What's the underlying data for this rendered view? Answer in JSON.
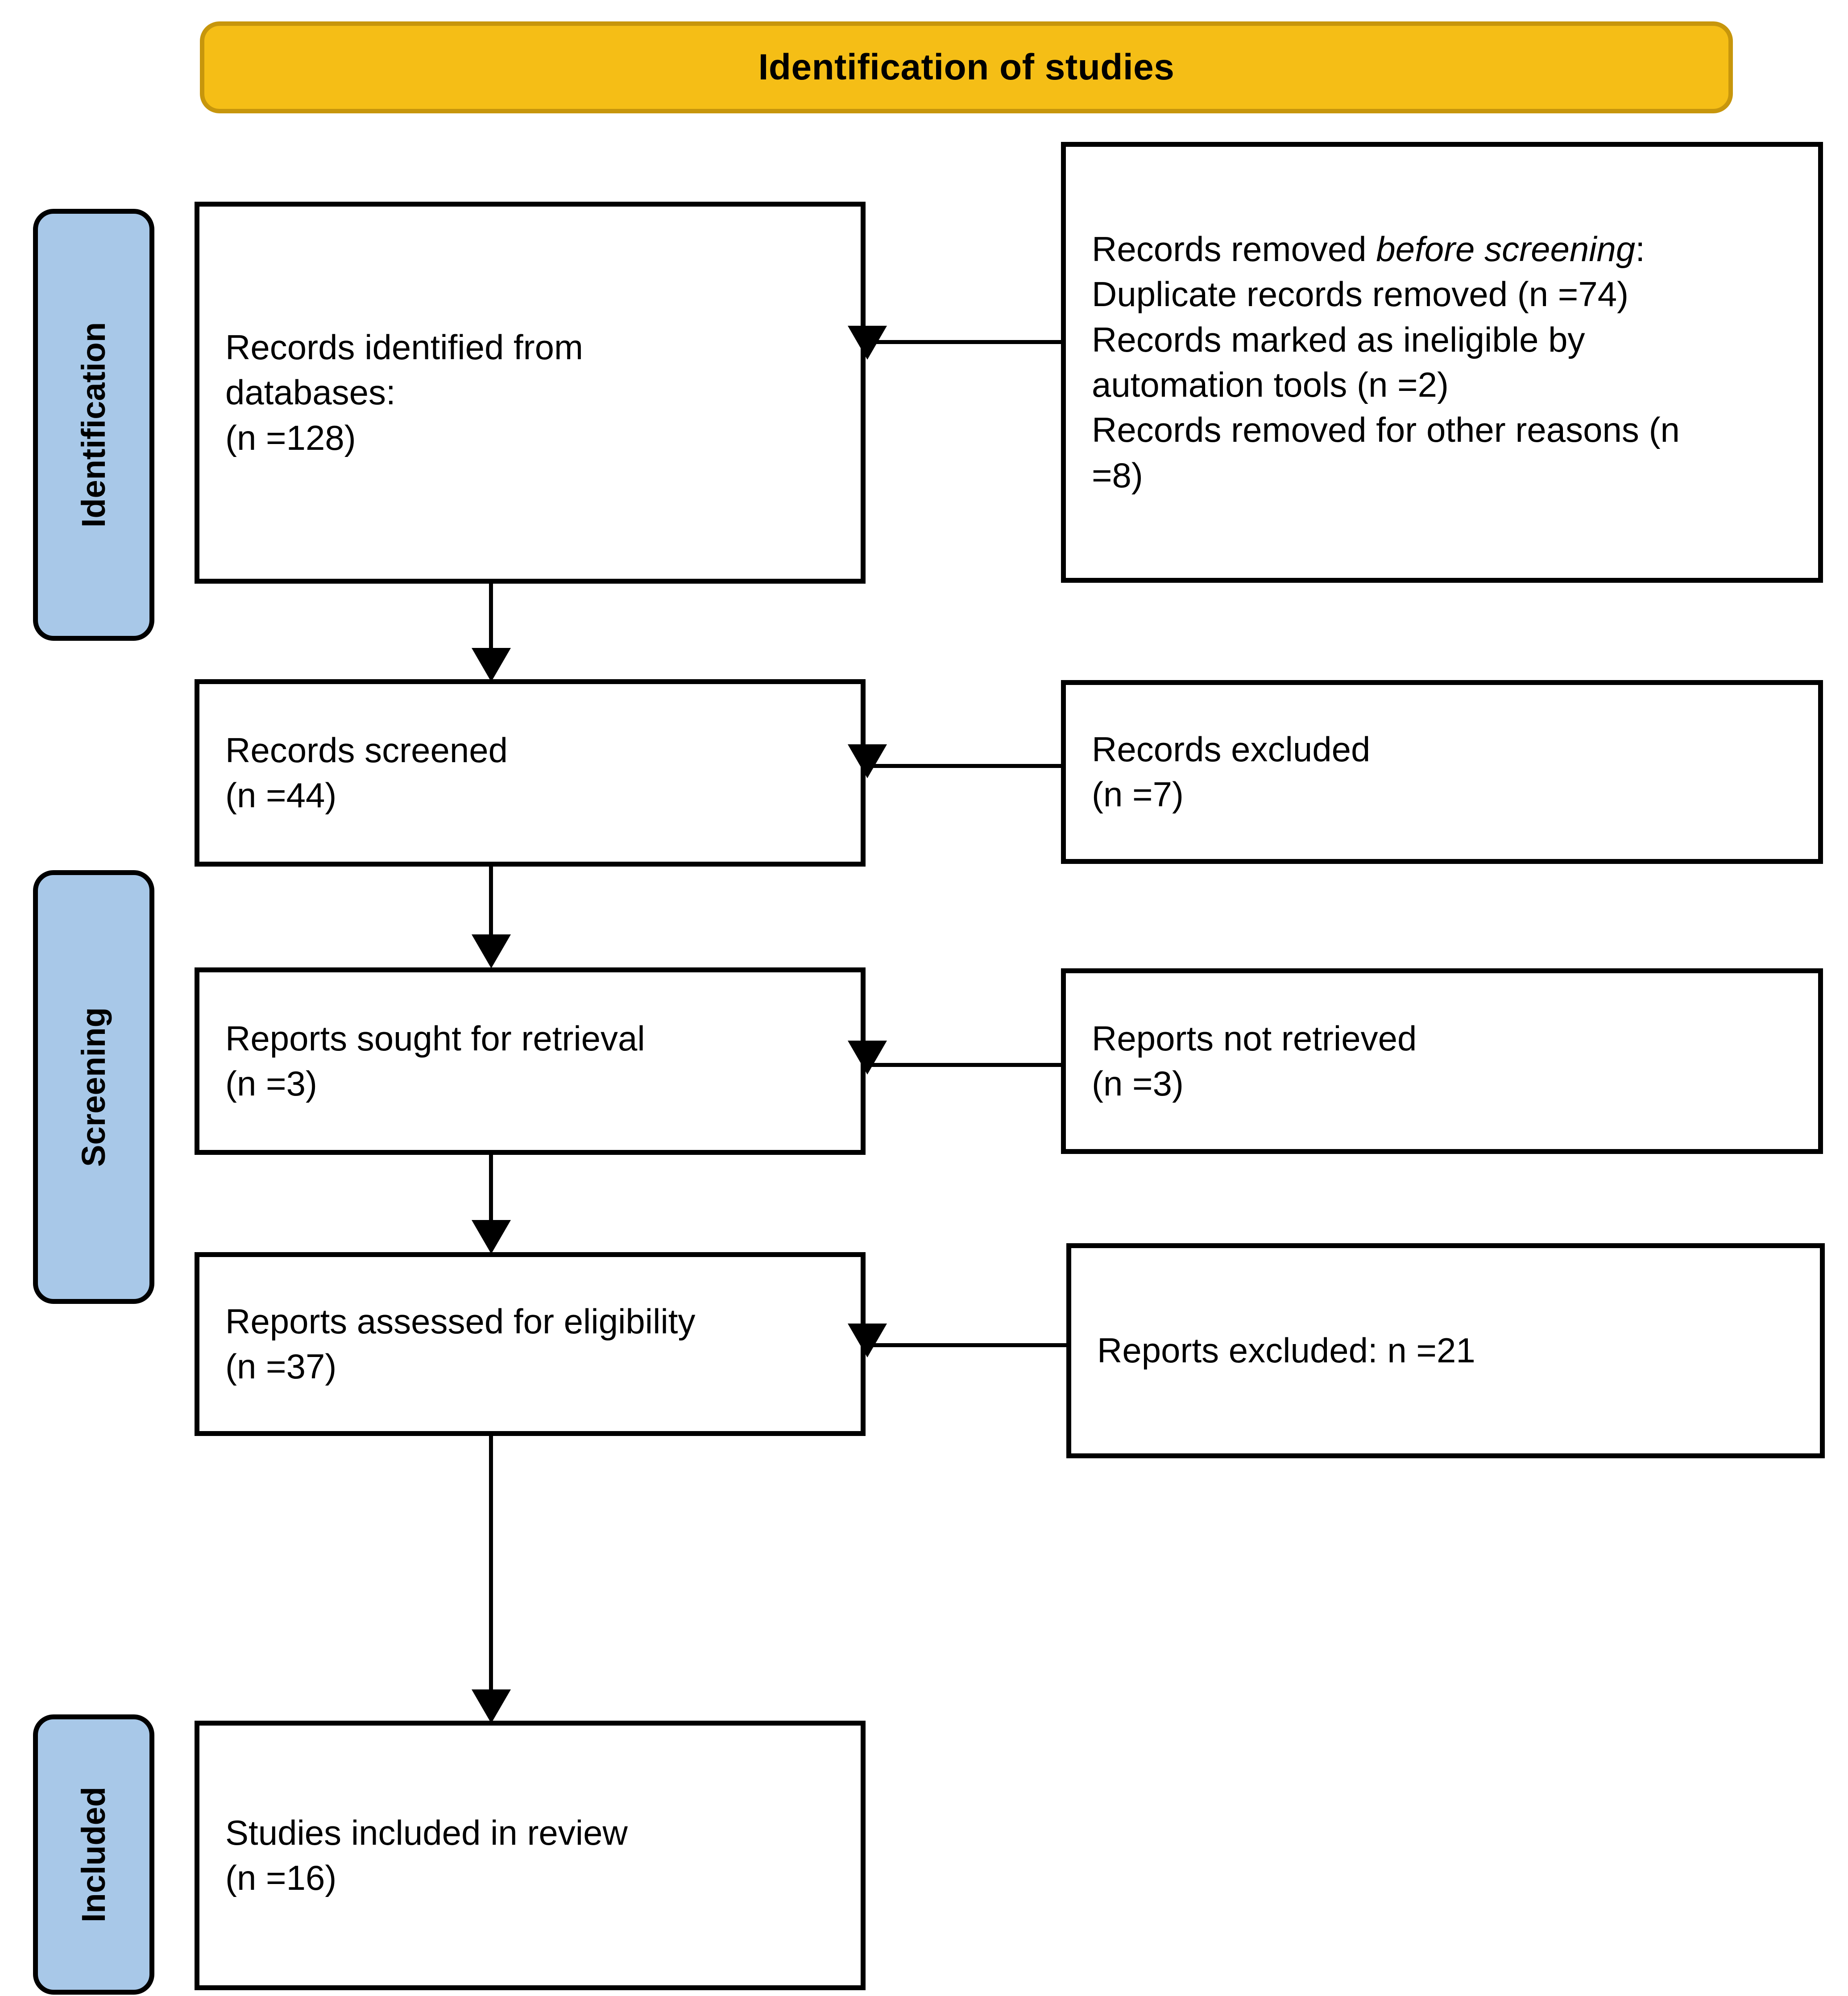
{
  "banner": {
    "title": "Identification of studies",
    "bg_color": "#F5BE16",
    "border_color": "#C7960C"
  },
  "stages": [
    {
      "id": "identification",
      "label": "Identification",
      "bg_color": "#A8C8E8"
    },
    {
      "id": "screening",
      "label": "Screening",
      "bg_color": "#A8C8E8"
    },
    {
      "id": "included",
      "label": "Included",
      "bg_color": "#A8C8E8"
    }
  ],
  "boxes": {
    "identified": {
      "line1": "Records identified from",
      "line2": "databases:",
      "line3": "(n =128)",
      "count": 128
    },
    "removed": {
      "heading_prefix": "Records removed ",
      "heading_italic": "before screening",
      "heading_suffix": ":",
      "line_duplicates": "Duplicate records removed (n =74)",
      "line_ineligible_1": "Records marked as ineligible by",
      "line_ineligible_2": "automation tools (n =2)",
      "line_other_1": "Records removed for other reasons (n",
      "line_other_2": "=8)",
      "duplicates_count": 74,
      "ineligible_count": 2,
      "other_count": 8
    },
    "screened": {
      "line1": "Records screened",
      "line2": "(n =44)",
      "count": 44
    },
    "excluded": {
      "line1": "Records excluded",
      "line2": "(n =7)",
      "count": 7
    },
    "sought": {
      "line1": "Reports sought for retrieval",
      "line2": "(n =3)",
      "count": 3
    },
    "not_retrieved": {
      "line1": "Reports not retrieved",
      "line2": "(n =3)",
      "count": 3
    },
    "assessed": {
      "line1": "Reports assessed for eligibility",
      "line2": "(n =37)",
      "count": 37
    },
    "reports_excluded": {
      "line1": "Reports excluded: n =21",
      "count": 21
    },
    "included": {
      "line1": "Studies included in review",
      "line2": "(n =16)",
      "count": 16
    }
  }
}
